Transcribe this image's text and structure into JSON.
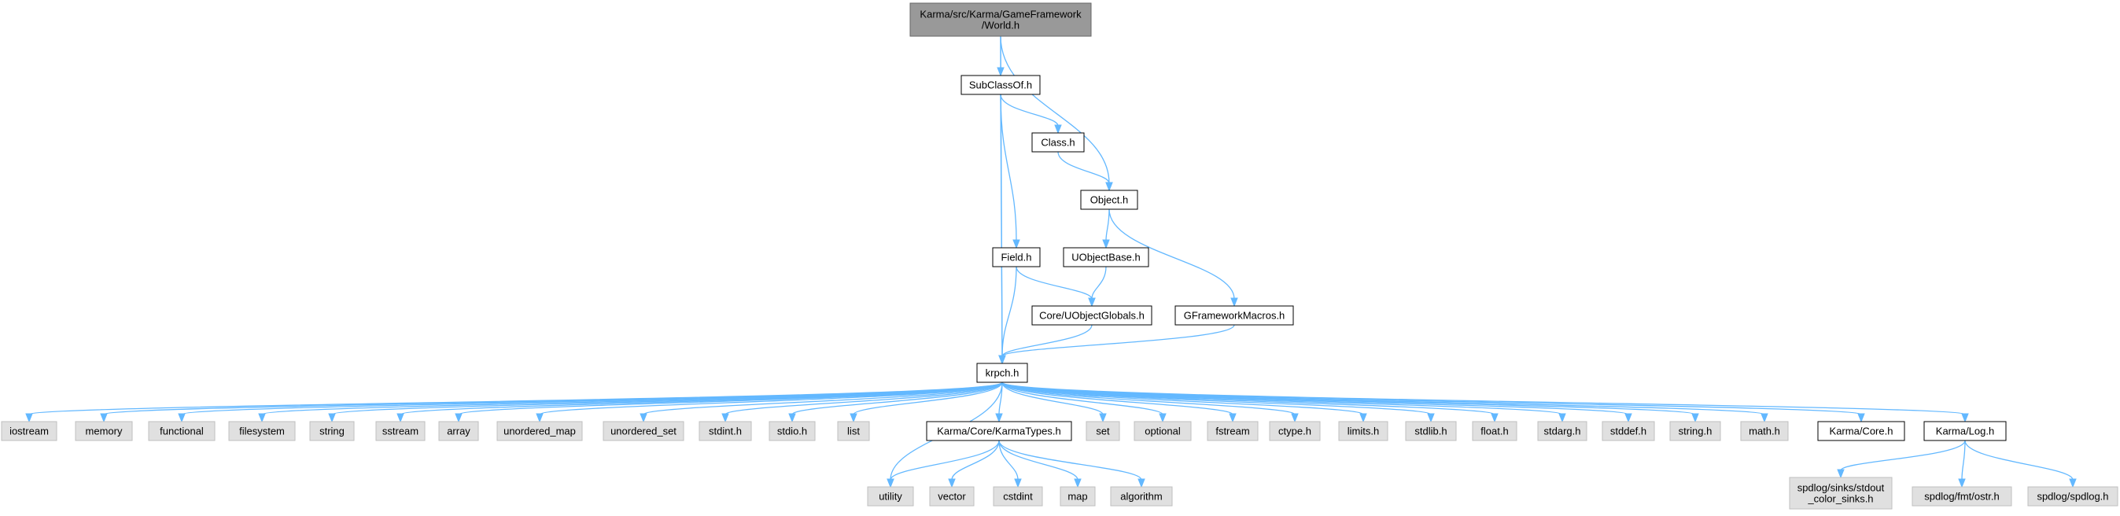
{
  "colors": {
    "root_fill": "#999999",
    "root_stroke": "#666666",
    "file_fill": "#ffffff",
    "file_stroke": "#000000",
    "system_fill": "#e0e0e0",
    "system_stroke": "#bfbfbf",
    "edge": "#63b8ff"
  },
  "nodes": [
    {
      "id": "world",
      "label": [
        "Karma/src/Karma/GameFramework",
        "/World.h"
      ],
      "kind": "root"
    },
    {
      "id": "subclassof",
      "label": [
        "SubClassOf.h"
      ],
      "kind": "file"
    },
    {
      "id": "class",
      "label": [
        "Class.h"
      ],
      "kind": "file"
    },
    {
      "id": "object",
      "label": [
        "Object.h"
      ],
      "kind": "file"
    },
    {
      "id": "field",
      "label": [
        "Field.h"
      ],
      "kind": "file"
    },
    {
      "id": "uobjectbase",
      "label": [
        "UObjectBase.h"
      ],
      "kind": "file"
    },
    {
      "id": "uobjectglobals",
      "label": [
        "Core/UObjectGlobals.h"
      ],
      "kind": "file"
    },
    {
      "id": "gframeworkmacros",
      "label": [
        "GFrameworkMacros.h"
      ],
      "kind": "file"
    },
    {
      "id": "krpch",
      "label": [
        "krpch.h"
      ],
      "kind": "file"
    },
    {
      "id": "iostream",
      "label": [
        "iostream"
      ],
      "kind": "system"
    },
    {
      "id": "memory",
      "label": [
        "memory"
      ],
      "kind": "system"
    },
    {
      "id": "functional",
      "label": [
        "functional"
      ],
      "kind": "system"
    },
    {
      "id": "filesystem",
      "label": [
        "filesystem"
      ],
      "kind": "system"
    },
    {
      "id": "string",
      "label": [
        "string"
      ],
      "kind": "system"
    },
    {
      "id": "sstream",
      "label": [
        "sstream"
      ],
      "kind": "system"
    },
    {
      "id": "array",
      "label": [
        "array"
      ],
      "kind": "system"
    },
    {
      "id": "unordered_map",
      "label": [
        "unordered_map"
      ],
      "kind": "system"
    },
    {
      "id": "unordered_set",
      "label": [
        "unordered_set"
      ],
      "kind": "system"
    },
    {
      "id": "stdint",
      "label": [
        "stdint.h"
      ],
      "kind": "system"
    },
    {
      "id": "stdio",
      "label": [
        "stdio.h"
      ],
      "kind": "system"
    },
    {
      "id": "list",
      "label": [
        "list"
      ],
      "kind": "system"
    },
    {
      "id": "karmatypes",
      "label": [
        "Karma/Core/KarmaTypes.h"
      ],
      "kind": "file"
    },
    {
      "id": "set",
      "label": [
        "set"
      ],
      "kind": "system"
    },
    {
      "id": "optional",
      "label": [
        "optional"
      ],
      "kind": "system"
    },
    {
      "id": "fstream",
      "label": [
        "fstream"
      ],
      "kind": "system"
    },
    {
      "id": "ctype",
      "label": [
        "ctype.h"
      ],
      "kind": "system"
    },
    {
      "id": "limits",
      "label": [
        "limits.h"
      ],
      "kind": "system"
    },
    {
      "id": "stdlib",
      "label": [
        "stdlib.h"
      ],
      "kind": "system"
    },
    {
      "id": "float",
      "label": [
        "float.h"
      ],
      "kind": "system"
    },
    {
      "id": "stdarg",
      "label": [
        "stdarg.h"
      ],
      "kind": "system"
    },
    {
      "id": "stddef",
      "label": [
        "stddef.h"
      ],
      "kind": "system"
    },
    {
      "id": "stringh",
      "label": [
        "string.h"
      ],
      "kind": "system"
    },
    {
      "id": "math",
      "label": [
        "math.h"
      ],
      "kind": "system"
    },
    {
      "id": "karmacore",
      "label": [
        "Karma/Core.h"
      ],
      "kind": "file"
    },
    {
      "id": "karmalog",
      "label": [
        "Karma/Log.h"
      ],
      "kind": "file"
    },
    {
      "id": "utility",
      "label": [
        "utility"
      ],
      "kind": "system"
    },
    {
      "id": "vector",
      "label": [
        "vector"
      ],
      "kind": "system"
    },
    {
      "id": "cstdint",
      "label": [
        "cstdint"
      ],
      "kind": "system"
    },
    {
      "id": "map",
      "label": [
        "map"
      ],
      "kind": "system"
    },
    {
      "id": "algorithm",
      "label": [
        "algorithm"
      ],
      "kind": "system"
    },
    {
      "id": "stdout_sinks",
      "label": [
        "spdlog/sinks/stdout",
        "_color_sinks.h"
      ],
      "kind": "system"
    },
    {
      "id": "ostr",
      "label": [
        "spdlog/fmt/ostr.h"
      ],
      "kind": "system"
    },
    {
      "id": "spdlog",
      "label": [
        "spdlog/spdlog.h"
      ],
      "kind": "system"
    }
  ],
  "edges": [
    [
      "world",
      "krpch"
    ],
    [
      "world",
      "subclassof"
    ],
    [
      "world",
      "object"
    ],
    [
      "subclassof",
      "krpch"
    ],
    [
      "subclassof",
      "class"
    ],
    [
      "subclassof",
      "field"
    ],
    [
      "class",
      "object"
    ],
    [
      "object",
      "uobjectbase"
    ],
    [
      "object",
      "gframeworkmacros"
    ],
    [
      "field",
      "krpch"
    ],
    [
      "field",
      "uobjectglobals"
    ],
    [
      "uobjectbase",
      "uobjectglobals"
    ],
    [
      "uobjectglobals",
      "krpch"
    ],
    [
      "gframeworkmacros",
      "krpch"
    ],
    [
      "krpch",
      "iostream"
    ],
    [
      "krpch",
      "memory"
    ],
    [
      "krpch",
      "functional"
    ],
    [
      "krpch",
      "filesystem"
    ],
    [
      "krpch",
      "string"
    ],
    [
      "krpch",
      "sstream"
    ],
    [
      "krpch",
      "array"
    ],
    [
      "krpch",
      "unordered_map"
    ],
    [
      "krpch",
      "unordered_set"
    ],
    [
      "krpch",
      "stdint"
    ],
    [
      "krpch",
      "stdio"
    ],
    [
      "krpch",
      "list"
    ],
    [
      "krpch",
      "utility"
    ],
    [
      "krpch",
      "karmatypes"
    ],
    [
      "krpch",
      "set"
    ],
    [
      "krpch",
      "optional"
    ],
    [
      "krpch",
      "fstream"
    ],
    [
      "krpch",
      "ctype"
    ],
    [
      "krpch",
      "limits"
    ],
    [
      "krpch",
      "stdlib"
    ],
    [
      "krpch",
      "float"
    ],
    [
      "krpch",
      "stdarg"
    ],
    [
      "krpch",
      "stddef"
    ],
    [
      "krpch",
      "stringh"
    ],
    [
      "krpch",
      "math"
    ],
    [
      "krpch",
      "karmacore"
    ],
    [
      "krpch",
      "karmalog"
    ],
    [
      "karmatypes",
      "utility"
    ],
    [
      "karmatypes",
      "vector"
    ],
    [
      "karmatypes",
      "cstdint"
    ],
    [
      "karmatypes",
      "map"
    ],
    [
      "karmatypes",
      "algorithm"
    ],
    [
      "karmalog",
      "stdout_sinks"
    ],
    [
      "karmalog",
      "ostr"
    ],
    [
      "karmalog",
      "spdlog"
    ]
  ]
}
